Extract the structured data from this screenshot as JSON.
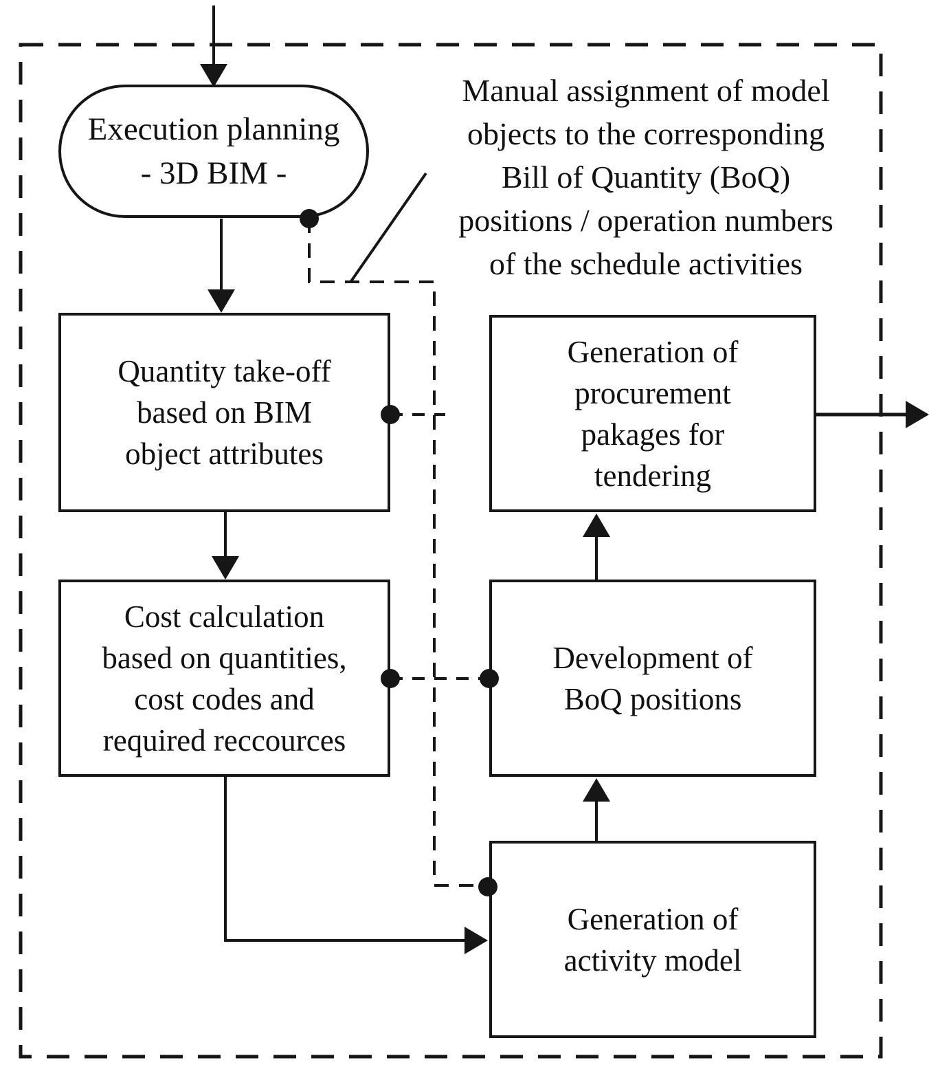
{
  "diagram": {
    "title_hint": "BIM execution planning flowchart",
    "colors": {
      "line": "#161616",
      "background": "#ffffff",
      "text": "#111111"
    },
    "terminator": {
      "lines": [
        "Execution planning",
        "- 3D BIM -"
      ]
    },
    "annotation": {
      "lines": [
        "Manual assignment of model",
        "objects to the corresponding",
        "Bill of Quantity (BoQ)",
        "positions / operation numbers",
        "of the schedule activities"
      ]
    },
    "boxes": {
      "quantity": {
        "lines": [
          "Quantity take-off",
          "based on BIM",
          "object attributes"
        ]
      },
      "cost": {
        "lines": [
          "Cost calculation",
          "based on quantities,",
          "cost codes and",
          "required reccources"
        ]
      },
      "procurement": {
        "lines": [
          "Generation of",
          "procurement",
          "pakages for",
          "tendering"
        ]
      },
      "boq": {
        "lines": [
          "Development of",
          "BoQ positions"
        ]
      },
      "activity": {
        "lines": [
          "Generation of",
          "activity model"
        ]
      }
    }
  }
}
